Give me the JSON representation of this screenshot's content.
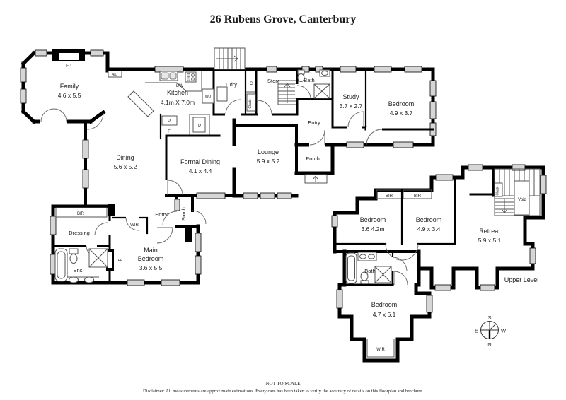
{
  "title": "26 Rubens Grove, Canterbury",
  "footer": {
    "scale_note": "NOT TO SCALE",
    "disclaimer": "Disclaimer: All measurements are approximate estimations. Every care has been taken to verify the accuracy of details on this floorplan and brochure."
  },
  "level_label": "Upper Level",
  "compass": {
    "n": "N",
    "s": "S",
    "e": "E",
    "w": "W"
  },
  "rooms": {
    "family": {
      "name": "Family",
      "dims": "4.6 x 5.5"
    },
    "kitchen": {
      "name": "Kitchen",
      "dims": "4.1m X 7.0m"
    },
    "laundry": {
      "name": "L'dry"
    },
    "store": {
      "name": "Store"
    },
    "bath_ground": {
      "name": "Bath"
    },
    "study": {
      "name": "Study",
      "dims": "3.7 x 2.7"
    },
    "bedroom_front": {
      "name": "Bedroom",
      "dims": "4.9 x 3.7"
    },
    "entry_front": {
      "name": "Entry"
    },
    "porch_front": {
      "name": "Porch"
    },
    "dining": {
      "name": "Dining",
      "dims": "5.6 x 5.2"
    },
    "formal_dining": {
      "name": "Formal Dining",
      "dims": "4.1 x 4.4"
    },
    "lounge": {
      "name": "Lounge",
      "dims": "5.9 x 5.2"
    },
    "entry_side": {
      "name": "Entry"
    },
    "porch_side": {
      "name": "Porch"
    },
    "dressing": {
      "name": "Dressing"
    },
    "ens": {
      "name": "Ens"
    },
    "main_bedroom": {
      "line1": "Main",
      "line2": "Bedroom",
      "dims": "3.6 x 5.5"
    },
    "bedroom_up1": {
      "name": "Bedroom",
      "dims": "3.6 4.2m"
    },
    "bedroom_up2": {
      "name": "Bedroom",
      "dims": "4.9 x 3.4"
    },
    "retreat": {
      "name": "Retreat",
      "dims": "5.9 x 5.1"
    },
    "void": {
      "name": "Void"
    },
    "bath_upper": {
      "name": "Bath"
    },
    "bedroom_up3": {
      "name": "Bedroom",
      "dims": "4.7 x 6.1"
    },
    "wir_upper": {
      "name": "WIR"
    }
  },
  "fixtures": {
    "fp_family": "FP",
    "fp_main": "FP",
    "ac": "A/C",
    "dw": "DW",
    "wo": "WO",
    "cupboard": "C",
    "chute_ground": "Chute",
    "chute_upper": "Chute",
    "pantry_small": "P",
    "fridge": "F",
    "pantry_large": "P",
    "bir_main": "BIR",
    "wir_main": "WIR",
    "bir_up1": "BIR",
    "bir_up2": "BIR"
  },
  "colors": {
    "wall": "#000000",
    "window": "#d6d6d6",
    "background": "#ffffff"
  }
}
